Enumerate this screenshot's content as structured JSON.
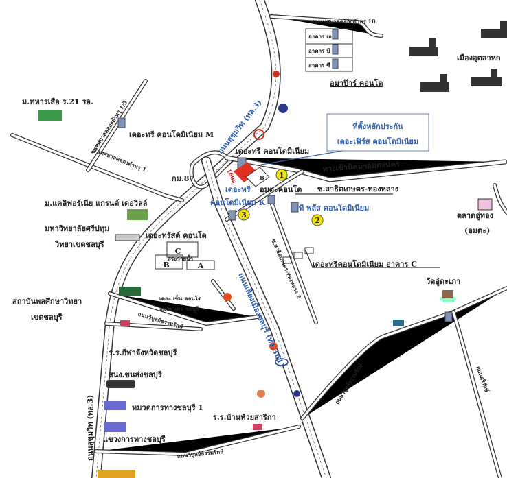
{
  "colors": {
    "road": "#333333",
    "highlight_text": "#2f5fb0",
    "marker": "#f2e600",
    "accent_red": "#d02020"
  },
  "callout": {
    "line1": "ที่ตั้งหลักประกัน",
    "line2": "เดอะเฟิร์ส คอนโดมิเนียม"
  },
  "roads": {
    "sukhumvit_top": "ถนนสุขุมวิท (ทล.3)",
    "sukhumvit_bottom": "ถนนสุขุมวิท (ทล.3)",
    "bypass": "ถนนเลี่ยงเมืองชลบุรี (ทล.361)",
    "soi_1_5": "ซ.เทศบาลคลองตำหรุ 1/5",
    "soi_1": "ซ.เทศบาลคลองตำหรุ 1",
    "soi_10": "ซอยเทศบาลคลองตำหรุ 10",
    "amata_entrance": "ทางเข้านิคมฯอมตะนคร",
    "sathit": "ซ.สาธิตเกษตร-ทองหลาง",
    "sathit_2": "ซ.สาธิตเกษตร-ทองหลาง 2",
    "wiboon_left": "ถนนวิบูลย์ธรรมรักษ์",
    "wiboon_right": "ถนนวิบูลย์ธรรมรักษ์",
    "wiboon_bottom": "ถนนวิบูลย์ธรรมรักษ์",
    "srirak": "ถนนศรีรักษ์"
  },
  "places": {
    "tiger_village": "ม.ทหารเสือ ร.21 รอ.",
    "the_tree_m": "เดอะทรี คอนโดมิเนียม M",
    "km87": "กม.87",
    "california": "ม.แคลิฟอร์เนีย แกรนด์ เดอวิลล์",
    "sripatum_1": "มหาวิทยาลัยศรีปทุม",
    "sripatum_2": "วิทยาเขตชลบุรี",
    "the_trust": "เดอะทรัสต์ คอนโด",
    "pool": "สระว่ายน้ำ",
    "bldg_c": "C",
    "bldg_b": "B",
    "bldg_a": "A",
    "tech_1": "สถาบันพลศึกษาวิทยา",
    "tech_2": "เขตชลบุรี",
    "the_zen_1": "เดอะ เซ็น คอนโด",
    "the_zen_2": "อมตะนคร ชลบุรี",
    "sports_school": "ร.ร.กีฬาจังหวัดชลบุรี",
    "transport": "สนง.ขนส่งชลบุรี",
    "highway_1": "หมวดการทางชลบุรี 1",
    "highway_2": "แขวงการทางชลบุรี",
    "school_bottom": "ร.ร.บ้านห้วยสาริกา",
    "amata_condo_top": "อมาป๊าร์ คอนโด",
    "bldg_a_top": "อาคาร เอ",
    "bldg_b_top": "อาคาร บี",
    "bldg_c_top": "อาคาร ซี",
    "industrial": "เมืองอุตสาหก",
    "the_tree_main": "เดอะทรี คอนโดมิเนียม",
    "distance": "160ม.",
    "the_tree_k_1": "เดอะทรี",
    "the_tree_k_2": "คอนโดมิเนียม K",
    "amata_condo": "อมตะคอนโด",
    "bldg_b_mid": "B",
    "t_plus": "ที พลัส คอนโดมิเนียม",
    "the_tree_c": "เดอะทรีคอนโดมิเนียม อาคาร C",
    "market_1": "ตลาดอู่ทอง",
    "market_2": "(อมตะ)",
    "temple": "วัดอู่ตะเภา"
  },
  "markers": [
    "1",
    "2",
    "3"
  ],
  "icons": [
    "building-icon",
    "factory-icon",
    "gas-station-icon",
    "flag-icon",
    "school-icon",
    "bus-icon",
    "temple-icon",
    "market-icon",
    "seven-eleven-icon",
    "bank-icon"
  ]
}
